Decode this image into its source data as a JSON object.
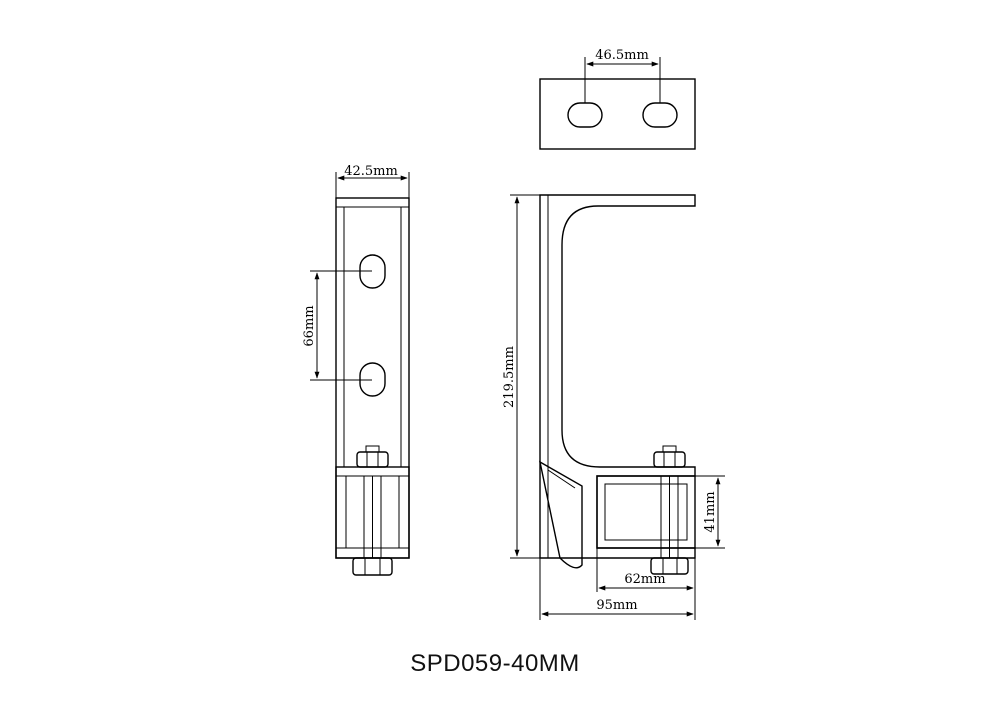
{
  "title": "SPD059-40MM",
  "dimensions": {
    "slot_spacing_top": "46.5mm",
    "side_width": "42.5mm",
    "slot_spacing_side": "66mm",
    "total_height": "219.5mm",
    "tube_height": "41mm",
    "base_offset": "62mm",
    "total_depth": "95mm"
  },
  "colors": {
    "line": "#000000",
    "background": "#ffffff"
  }
}
